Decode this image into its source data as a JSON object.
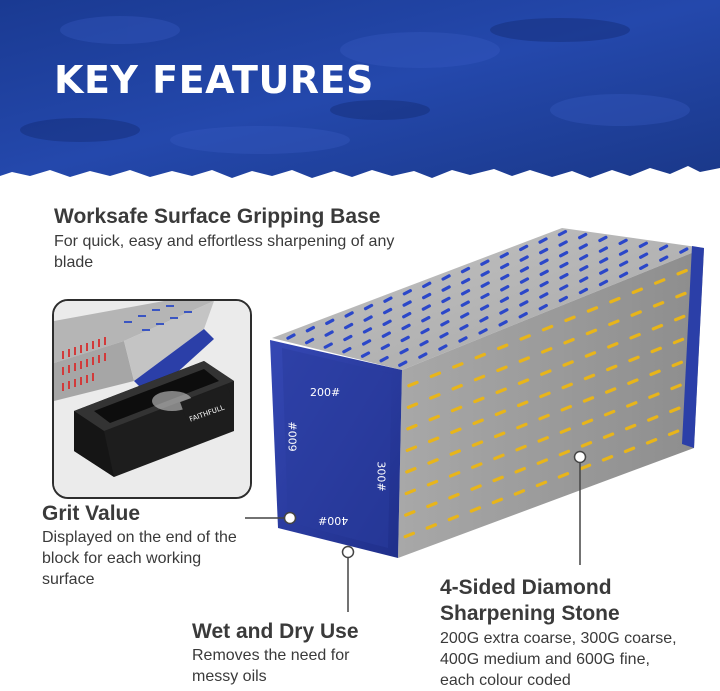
{
  "banner": {
    "title": "KEY FEATURES"
  },
  "features": {
    "base": {
      "title": "Worksafe Surface Gripping Base",
      "desc": "For quick, easy and effortless sharpening of any blade"
    },
    "grit": {
      "title": "Grit Value",
      "desc": "Displayed on the end of the block for each working surface"
    },
    "wet": {
      "title": "Wet and Dry Use",
      "desc": "Removes the need for messy oils"
    },
    "stone": {
      "title": "4-Sided Diamond Sharpening Stone",
      "desc": "200G extra coarse, 300G coarse, 400G medium and 600G fine, each colour coded"
    }
  },
  "stone_labels": {
    "grit_200": "200#",
    "grit_300": "300#",
    "grit_400": "400#",
    "grit_600": "600#"
  },
  "inset_labels": {
    "brand": "FAITHFULL"
  },
  "colors": {
    "banner_blue": "#1d3f9c",
    "end_cap_blue": "#2b3fa8",
    "stone_grey": "#9c9c9c",
    "yellow_slot": "#e8b51a",
    "red_slot": "#d23a3a",
    "text": "#3a3a3a"
  }
}
